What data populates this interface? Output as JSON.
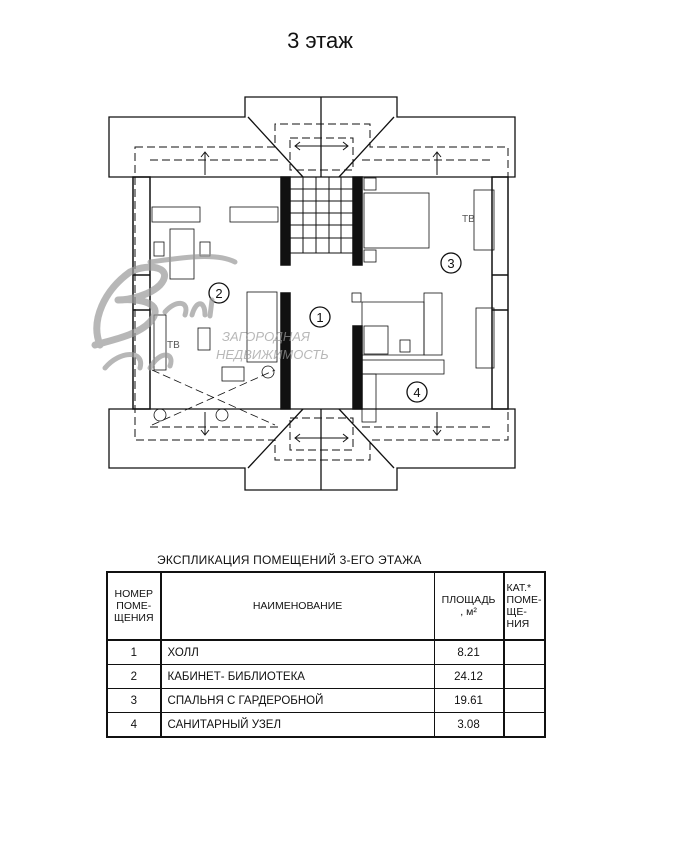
{
  "title": "3 этаж",
  "plan": {
    "rooms": [
      "1",
      "2",
      "3",
      "4"
    ],
    "tv_labels": [
      "ТВ",
      "ТВ"
    ],
    "watermark": {
      "logo": "Белые Ветры",
      "line1": "ЗАГОРОДНАЯ",
      "line2": "НЕДВИЖИМОСТЬ"
    }
  },
  "explication": {
    "caption": "ЭКСПЛИКАЦИЯ ПОМЕЩЕНИЙ 3-ЕГО ЭТАЖА",
    "headers": {
      "number": "НОМЕР ПОМЕ- ЩЕНИЯ",
      "name": "НАИМЕНОВАНИЕ",
      "area": "ПЛОЩАДЬ , м²",
      "category": "КАТ.* ПОМЕ- ЩЕ- НИЯ"
    },
    "rows": [
      {
        "number": "1",
        "name": "ХОЛЛ",
        "area": "8.21",
        "category": ""
      },
      {
        "number": "2",
        "name": "КАБИНЕТ- БИБЛИОТЕКА",
        "area": "24.12",
        "category": ""
      },
      {
        "number": "3",
        "name": "СПАЛЬНЯ С ГАРДЕРОБНОЙ",
        "area": "19.61",
        "category": ""
      },
      {
        "number": "4",
        "name": "САНИТАРНЫЙ УЗЕЛ",
        "area": "3.08",
        "category": ""
      }
    ]
  }
}
